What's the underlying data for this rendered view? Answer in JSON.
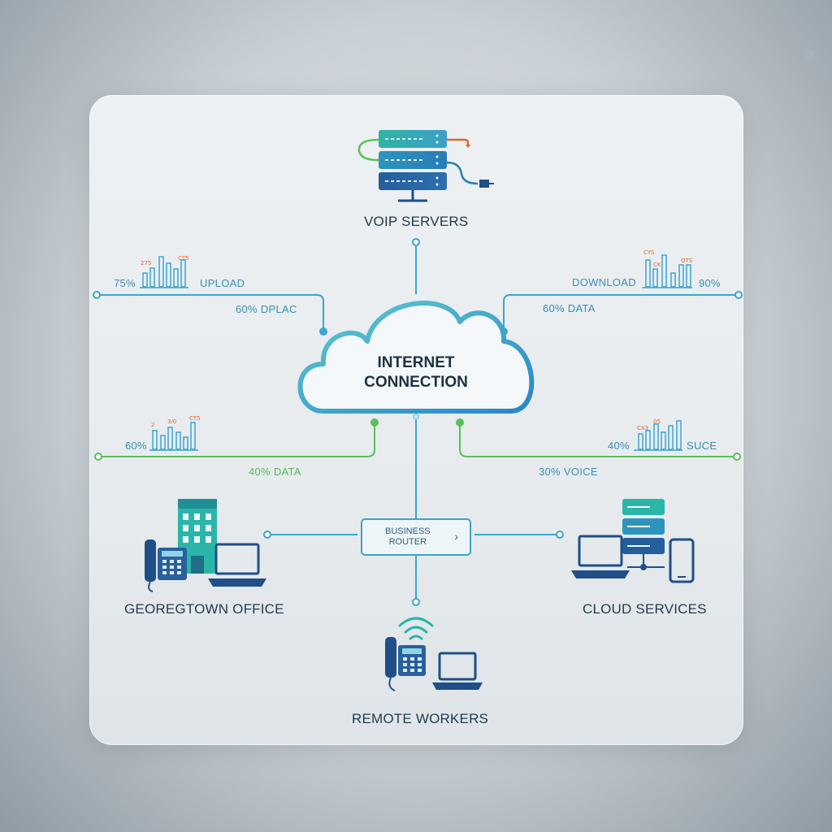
{
  "nodes": {
    "voip_servers": "VOIP SERVERS",
    "internet": [
      "INTERNET",
      "CONNECTION"
    ],
    "router": [
      "BUSINESS",
      "ROUTER"
    ],
    "georgetown": "GEOREGTOWN OFFICE",
    "cloud_services": "CLOUD SERVICES",
    "remote_workers": "REMOTE WORKERS"
  },
  "metrics": {
    "upload_pct": "75%",
    "upload_label": "UPLOAD",
    "upload_sub": "60% DPLAC",
    "download_label": "DOWNLOAD",
    "download_pct": "90%",
    "download_sub": "60% DATA",
    "left_low_pct": "60%",
    "left_low_sub": "40% DATA",
    "right_low_pct": "40%",
    "right_low_label": "SUCE",
    "right_low_sub": "30% VOICE"
  },
  "colors": {
    "blue_line": "#3aa6cf",
    "green_line": "#5cbf5a",
    "accent_orange": "#e0672b",
    "icon_navy": "#1f4f86",
    "icon_teal": "#2bb5a9"
  },
  "icons": [
    "server-rack-icon",
    "cloud-icon",
    "office-building-icon",
    "desk-phone-icon",
    "laptop-icon",
    "smartphone-icon",
    "wifi-icon"
  ]
}
